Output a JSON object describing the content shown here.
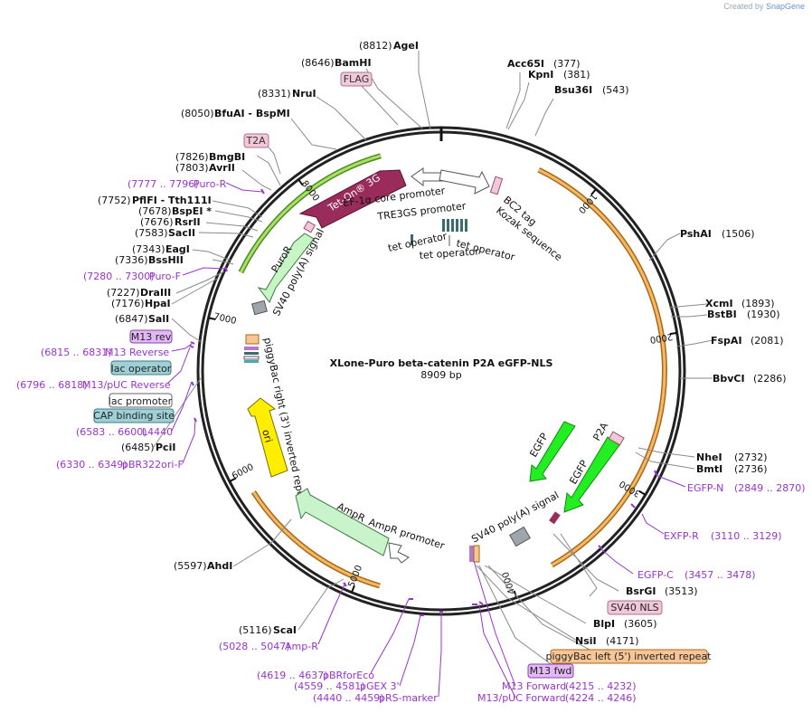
{
  "header": {
    "credit_prefix": "Created by",
    "credit_brand": "SnapGene"
  },
  "plasmid": {
    "name": "XLone-Puro beta-catenin P2A eGFP-NLS",
    "length": "8909 bp",
    "length_bp": 8909
  },
  "ticks": [
    {
      "bp": 1000,
      "label": "1000"
    },
    {
      "bp": 2000,
      "label": "2000"
    },
    {
      "bp": 3000,
      "label": "3000"
    },
    {
      "bp": 4000,
      "label": "4000"
    },
    {
      "bp": 5000,
      "label": "5000"
    },
    {
      "bp": 6000,
      "label": "6000"
    },
    {
      "bp": 7000,
      "label": "7000"
    },
    {
      "bp": 8000,
      "label": "8000"
    }
  ],
  "enzymes": [
    {
      "name": "AgeI",
      "pos": "(8812)",
      "bp": 8812
    },
    {
      "name": "BamHI",
      "pos": "(8646)",
      "bp": 8646
    },
    {
      "name": "NruI",
      "pos": "(8331)",
      "bp": 8331
    },
    {
      "name": "BfuAI - BspMI",
      "pos": "(8050)",
      "bp": 8050
    },
    {
      "name": "BmgBI",
      "pos": "(7826)",
      "bp": 7826
    },
    {
      "name": "AvrII",
      "pos": "(7803)",
      "bp": 7803
    },
    {
      "name": "PflFI - Tth111I",
      "pos": "(7752)",
      "bp": 7752
    },
    {
      "name": "BspEI *",
      "pos": "(7678)",
      "bp": 7678
    },
    {
      "name": "RsrII",
      "pos": "(7676)",
      "bp": 7676
    },
    {
      "name": "SacII",
      "pos": "(7583)",
      "bp": 7583
    },
    {
      "name": "EagI",
      "pos": "(7343)",
      "bp": 7343
    },
    {
      "name": "BssHII",
      "pos": "(7336)",
      "bp": 7336
    },
    {
      "name": "DraIII",
      "pos": "(7227)",
      "bp": 7227
    },
    {
      "name": "HpaI",
      "pos": "(7176)",
      "bp": 7176
    },
    {
      "name": "SalI",
      "pos": "(6847)",
      "bp": 6847
    },
    {
      "name": "PciI",
      "pos": "(6485)",
      "bp": 6485
    },
    {
      "name": "AhdI",
      "pos": "(5597)",
      "bp": 5597
    },
    {
      "name": "ScaI",
      "pos": "(5116)",
      "bp": 5116
    },
    {
      "name": "NsiI",
      "pos": "(4171)",
      "bp": 4171
    },
    {
      "name": "BlpI",
      "pos": "(3605)",
      "bp": 3605
    },
    {
      "name": "BsrGI",
      "pos": "(3513)",
      "bp": 3513
    },
    {
      "name": "BmtI",
      "pos": "(2736)",
      "bp": 2736
    },
    {
      "name": "NheI",
      "pos": "(2732)",
      "bp": 2732
    },
    {
      "name": "BbvCI",
      "pos": "(2286)",
      "bp": 2286
    },
    {
      "name": "FspAI",
      "pos": "(2081)",
      "bp": 2081
    },
    {
      "name": "BstBI",
      "pos": "(1930)",
      "bp": 1930
    },
    {
      "name": "XcmI",
      "pos": "(1893)",
      "bp": 1893
    },
    {
      "name": "PshAI",
      "pos": "(1506)",
      "bp": 1506
    },
    {
      "name": "Acc65I",
      "pos": "(377)",
      "bp": 377
    },
    {
      "name": "KpnI",
      "pos": "(381)",
      "bp": 381
    },
    {
      "name": "Bsu36I",
      "pos": "(543)",
      "bp": 543
    }
  ],
  "primers": [
    {
      "name": "Puro-R",
      "pos": "(7777 .. 7796)",
      "bp": 7786
    },
    {
      "name": "Puro-F",
      "pos": "(7280 .. 7300)",
      "bp": 7290
    },
    {
      "name": "M13 Reverse",
      "pos": "(6815 .. 6831)",
      "bp": 6823
    },
    {
      "name": "M13/pUC Reverse",
      "pos": "(6796 .. 6818)",
      "bp": 6807
    },
    {
      "name": "L4440",
      "pos": "(6583 .. 6600)",
      "bp": 6591
    },
    {
      "name": "pBR322ori-F",
      "pos": "(6330 .. 6349)",
      "bp": 6340
    },
    {
      "name": "Amp-R",
      "pos": "(5028 .. 5047)",
      "bp": 5037
    },
    {
      "name": "pBRforEco",
      "pos": "(4619 .. 4637)",
      "bp": 4628
    },
    {
      "name": "pGEX 3'",
      "pos": "(4559 .. 4581)",
      "bp": 4570
    },
    {
      "name": "pRS-marker",
      "pos": "(4440 .. 4459)",
      "bp": 4450
    },
    {
      "name": "M13 Forward",
      "pos": "(4215 .. 4232)",
      "bp": 4224
    },
    {
      "name": "M13/pUC Forward",
      "pos": "(4224 .. 4246)",
      "bp": 4235
    },
    {
      "name": "EGFP-N",
      "pos": "(2849 .. 2870)",
      "bp": 2860
    },
    {
      "name": "EXFP-R",
      "pos": "(3110 .. 3129)",
      "bp": 3120
    },
    {
      "name": "EGFP-C",
      "pos": "(3457 .. 3478)",
      "bp": 3468
    }
  ],
  "boxed_labels": [
    {
      "name": "FLAG",
      "style": "pink"
    },
    {
      "name": "T2A",
      "style": "pink"
    },
    {
      "name": "M13 rev",
      "style": "violet"
    },
    {
      "name": "lac operator",
      "style": "teal"
    },
    {
      "name": "lac promoter",
      "style": "white"
    },
    {
      "name": "CAP binding site",
      "style": "teal"
    },
    {
      "name": "SV40 NLS",
      "style": "pink"
    },
    {
      "name": "piggyBac left (5') inverted repeat",
      "style": "orange"
    },
    {
      "name": "M13 fwd",
      "style": "violet"
    }
  ],
  "features": [
    {
      "name": "Tet-On® 3G"
    },
    {
      "name": "EF-1α core promoter"
    },
    {
      "name": "TRE3GS promoter"
    },
    {
      "name": "BC2 tag"
    },
    {
      "name": "Kozak sequence"
    },
    {
      "name": "tet operator"
    },
    {
      "name": "tet operator"
    },
    {
      "name": "tet operator"
    },
    {
      "name": "PuroR"
    },
    {
      "name": "SV40 poly(A) signal"
    },
    {
      "name": "piggyBac right (3') inverted repeat"
    },
    {
      "name": "ori"
    },
    {
      "name": "AmpR"
    },
    {
      "name": "AmpR promoter"
    },
    {
      "name": "EGFP"
    },
    {
      "name": "EGFP"
    },
    {
      "name": "P2A"
    },
    {
      "name": "SV40 poly(A) signal"
    }
  ],
  "colors": {
    "backbone": "#222222",
    "enzyme_line": "#8a8a8a",
    "primer": "#9a33cc",
    "orange_arc": "#f2a33a",
    "orange_arc_edge": "#a86a14",
    "green_arc": "#7ccc2e",
    "tet_on": "#9a2c5c",
    "puror": "#c7f5c6",
    "egfp": "#22ee22",
    "ori": "#ffee00",
    "ampr": "#c9f4cb",
    "pink_box": "#f0c8d8",
    "violet_box": "#e2b8f5",
    "teal_box": "#9fd0d6",
    "orange_box": "#f7c596",
    "gray_box": "#9ea6ad"
  }
}
